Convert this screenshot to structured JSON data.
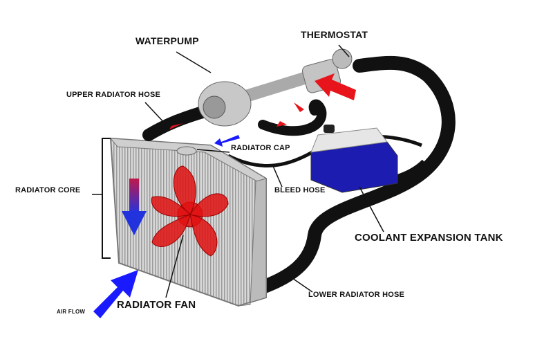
{
  "title": "Car Cooling System",
  "labels": {
    "waterpump": "WATERPUMP",
    "thermostat": "THERMOSTAT",
    "upper_hose": "UPPER RADIATOR HOSE",
    "radiator_cap": "RADIATOR CAP",
    "radiator_core": "RADIATOR CORE",
    "bleed_hose": "BLEED HOSE",
    "expansion_tank": "COOLANT EXPANSION TANK",
    "air_flow": "AIR FLOW",
    "radiator_fan": "RADIATOR FAN",
    "lower_hose": "LOWER RADIATOR HOSE"
  },
  "colors": {
    "hot": "#e8141c",
    "cold": "#1a1aff",
    "hose": "#111111",
    "tank": "#1c1cb0",
    "metal": "#bfbfbf"
  }
}
